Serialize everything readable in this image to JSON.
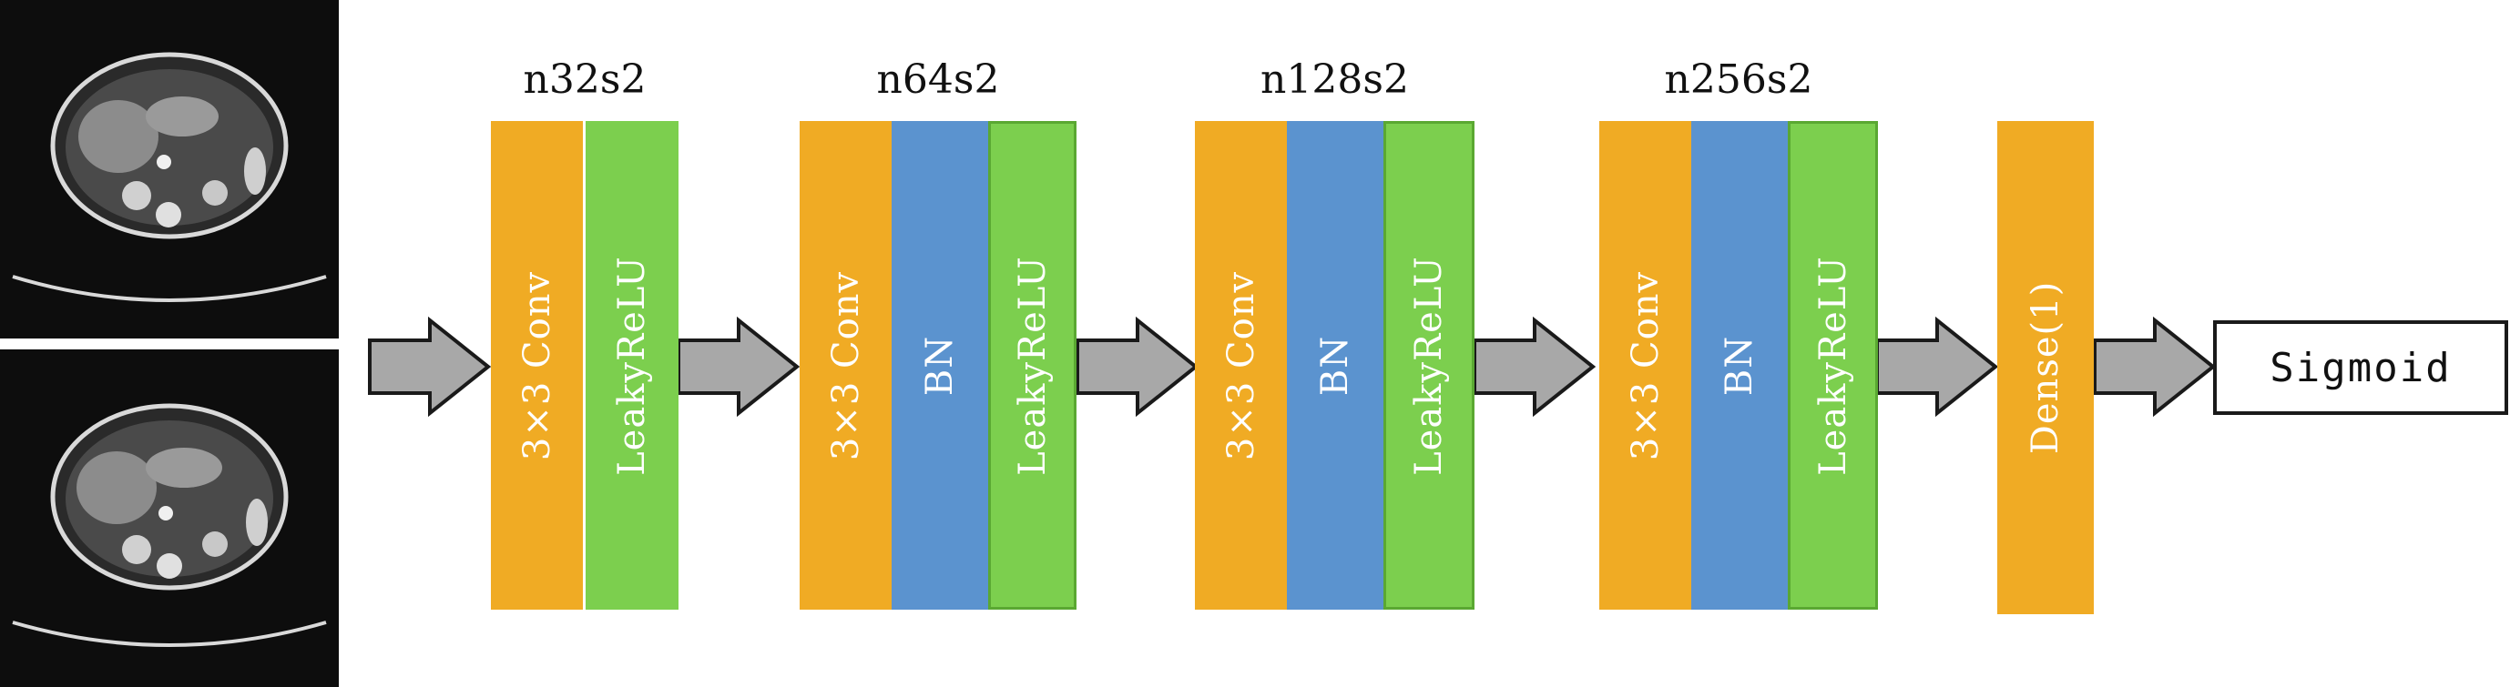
{
  "colors": {
    "conv": "#f0ab24",
    "bn": "#5b93cf",
    "activation": "#7ccf4e",
    "dense": "#f0ab24",
    "arrow_fill": "#a8a8a8",
    "arrow_stroke": "#1a1a1a"
  },
  "inputs": [
    {
      "icon": "ct-scan-image"
    },
    {
      "icon": "ct-scan-image"
    }
  ],
  "stages": [
    {
      "title": "n32s2",
      "layers": [
        {
          "kind": "conv",
          "label": "3×3 Conv"
        },
        {
          "kind": "activation",
          "label": "LeakyReLU"
        }
      ]
    },
    {
      "title": "n64s2",
      "layers": [
        {
          "kind": "conv",
          "label": "3×3 Conv"
        },
        {
          "kind": "bn",
          "label": "BN"
        },
        {
          "kind": "activation",
          "label": "LeakyReLU"
        }
      ]
    },
    {
      "title": "n128s2",
      "layers": [
        {
          "kind": "conv",
          "label": "3×3 Conv"
        },
        {
          "kind": "bn",
          "label": "BN"
        },
        {
          "kind": "activation",
          "label": "LeakyReLU"
        }
      ]
    },
    {
      "title": "n256s2",
      "layers": [
        {
          "kind": "conv",
          "label": "3×3 Conv"
        },
        {
          "kind": "bn",
          "label": "BN"
        },
        {
          "kind": "activation",
          "label": "LeakyReLU"
        }
      ]
    }
  ],
  "dense": {
    "kind": "dense",
    "label": "Dense(1)"
  },
  "output": {
    "label": "Sigmoid"
  }
}
